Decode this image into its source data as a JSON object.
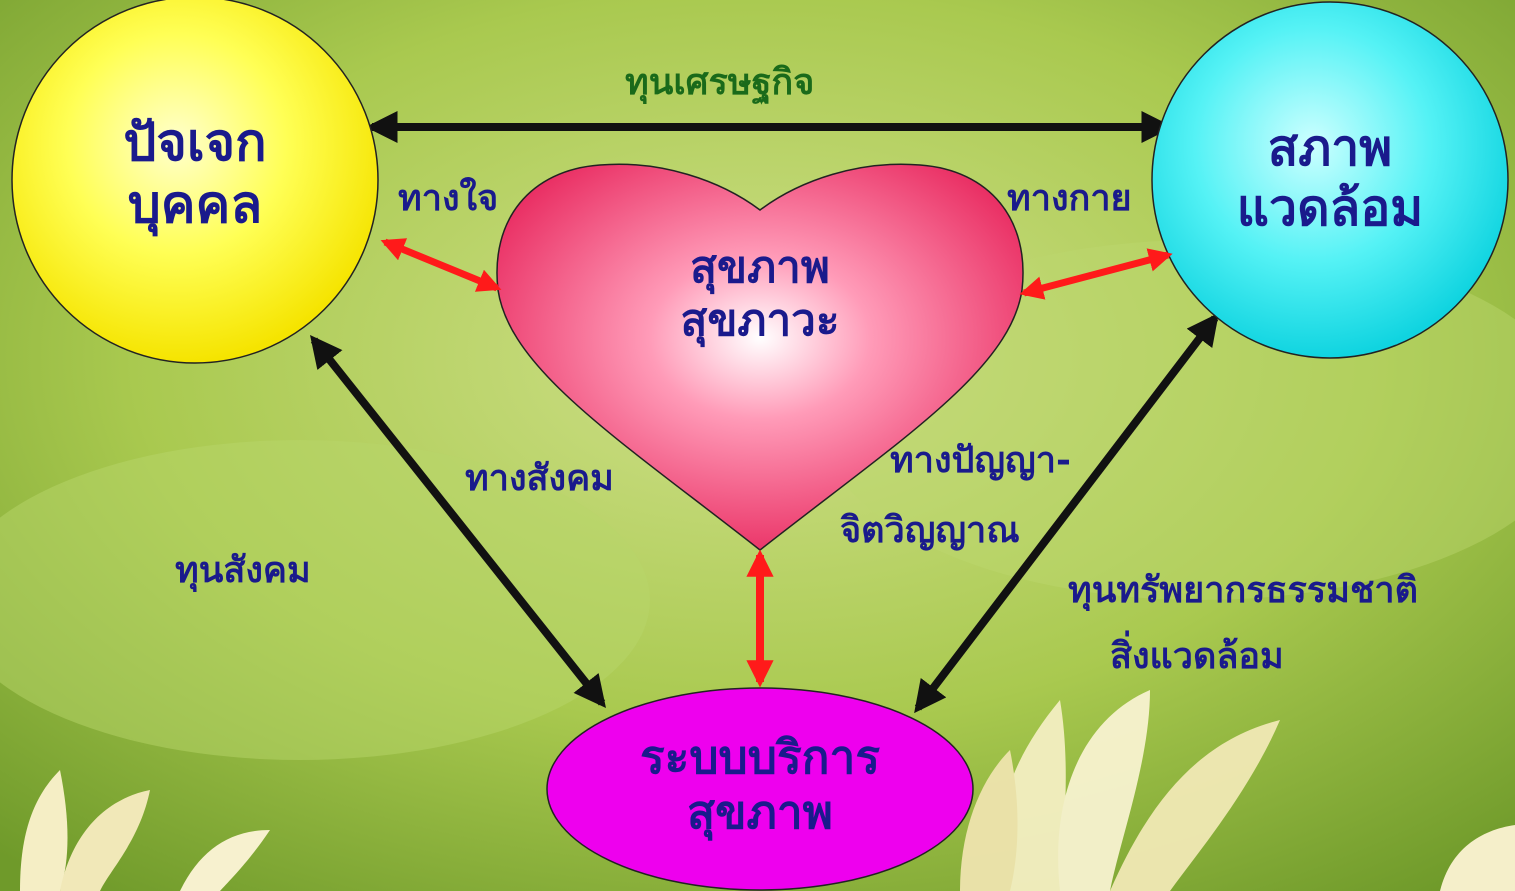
{
  "nodes": {
    "individual": {
      "line1": "ปัจเจก",
      "line2": "บุคคล"
    },
    "environment": {
      "line1": "สภาพ",
      "line2": "แวดล้อม"
    },
    "health": {
      "line1": "สุขภาพ",
      "line2": "สุขภาวะ"
    },
    "service": {
      "line1": "ระบบบริการ",
      "line2": "สุขภาพ"
    }
  },
  "labels": {
    "economic_capital": "ทุนเศรษฐกิจ",
    "mental": "ทางใจ",
    "physical": "ทางกาย",
    "social": "ทางสังคม",
    "intellectual_line1": "ทางปัญญา-",
    "intellectual_line2": "จิตวิญญาณ",
    "social_capital": "ทุนสังคม",
    "natural_capital_line1": "ทุนทรัพยากรธรรมชาติ",
    "natural_capital_line2": "สิ่งแวดล้อม"
  },
  "colors": {
    "individual_fill": "#ffff33",
    "environment_fill": "#22e8f0",
    "health_fill": "#f0306a",
    "service_fill": "#ee00ee",
    "black_arrow": "#111111",
    "red_arrow": "#ff1a1a",
    "economic_label": "#1a6a1a",
    "blue_label": "#1a1a8c"
  }
}
